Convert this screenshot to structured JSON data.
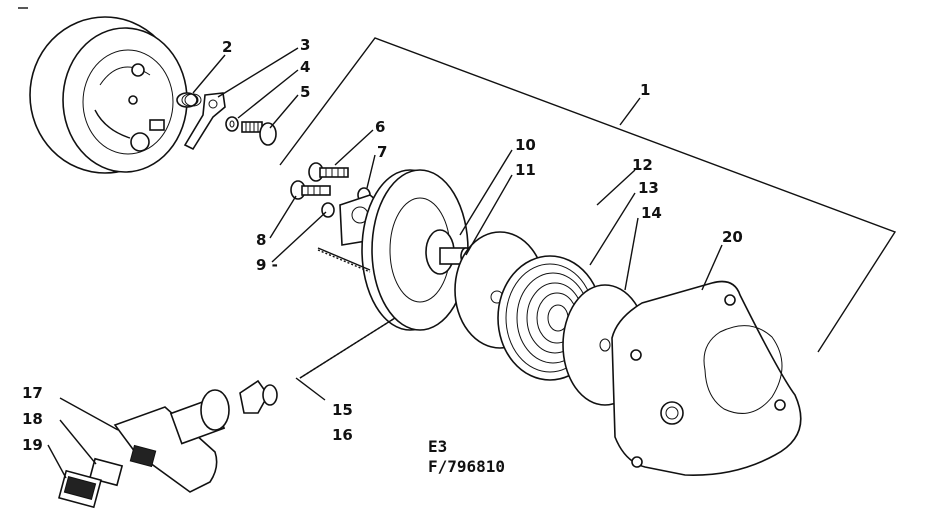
{
  "diagram": {
    "callouts": [
      {
        "id": "p1",
        "text": "1"
      },
      {
        "id": "p2",
        "text": "2"
      },
      {
        "id": "p3",
        "text": "3"
      },
      {
        "id": "p4",
        "text": "4"
      },
      {
        "id": "p5",
        "text": "5"
      },
      {
        "id": "p6",
        "text": "6"
      },
      {
        "id": "p7",
        "text": "7"
      },
      {
        "id": "p8",
        "text": "8"
      },
      {
        "id": "p9",
        "text": "9 -"
      },
      {
        "id": "p10",
        "text": "10"
      },
      {
        "id": "p11",
        "text": "11"
      },
      {
        "id": "p12",
        "text": "12"
      },
      {
        "id": "p13",
        "text": "13"
      },
      {
        "id": "p14",
        "text": "14"
      },
      {
        "id": "p15",
        "text": "15"
      },
      {
        "id": "p16",
        "text": "16"
      },
      {
        "id": "p17",
        "text": "17"
      },
      {
        "id": "p18",
        "text": "18"
      },
      {
        "id": "p19",
        "text": "19"
      },
      {
        "id": "p20",
        "text": "20"
      }
    ],
    "section_code": "E3",
    "part_number": "F/796810"
  }
}
